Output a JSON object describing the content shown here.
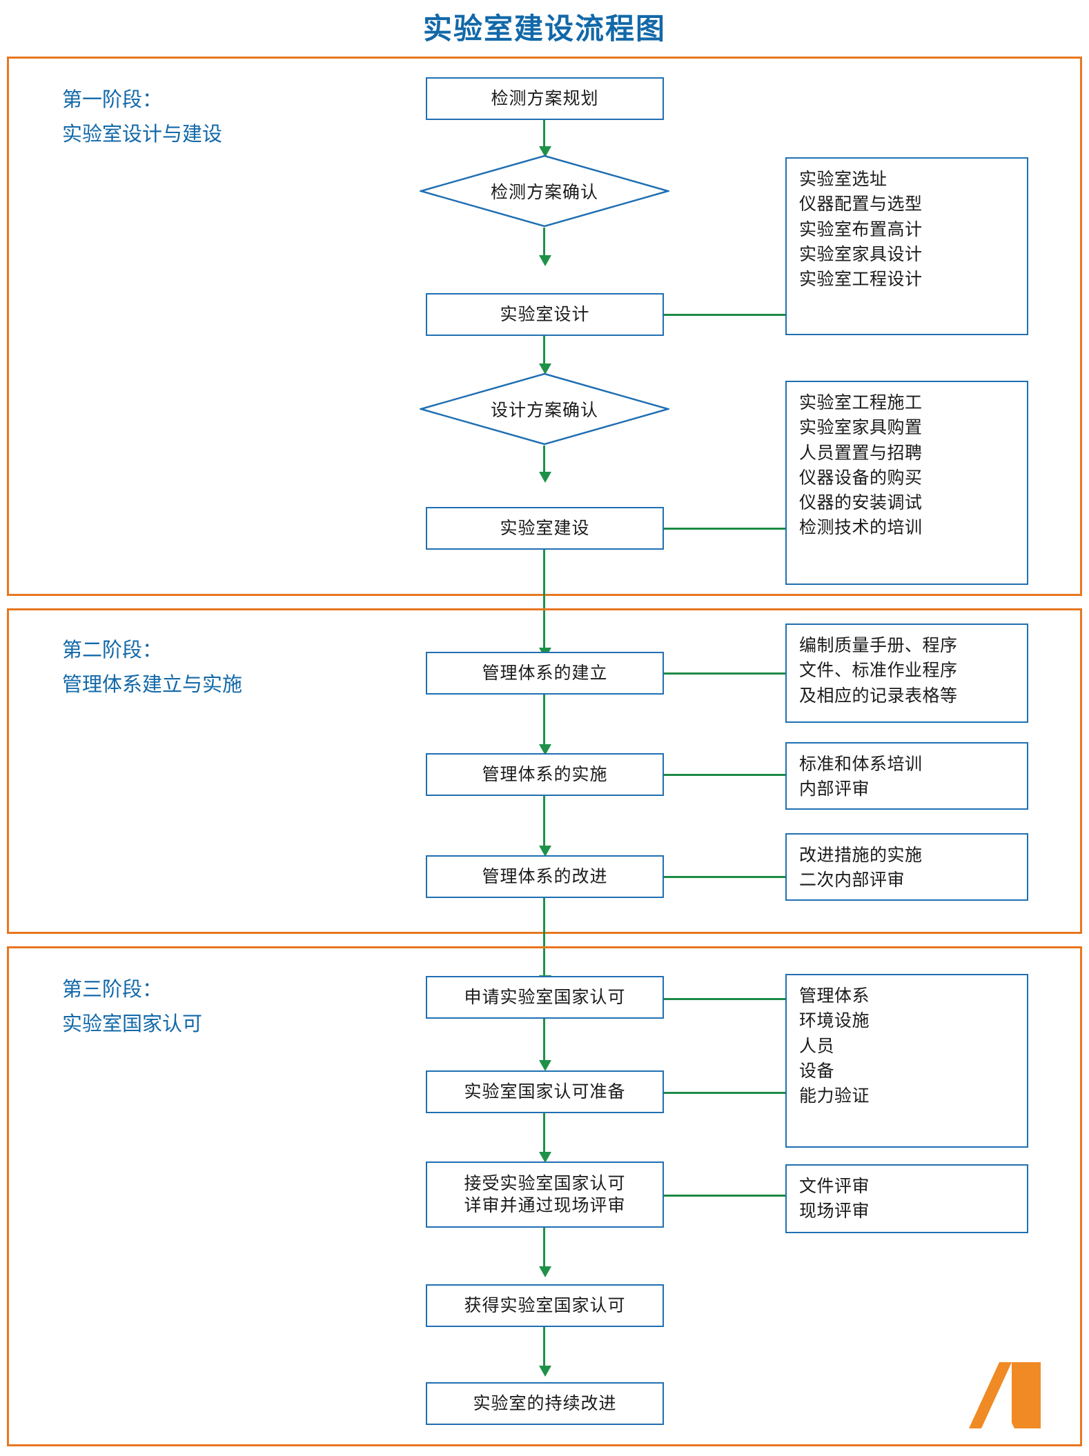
{
  "title": "实验室建设流程图",
  "colors": {
    "title_blue": "#1268a8",
    "frame_orange": "#e8761f",
    "node_border_blue": "#1f6fb2",
    "connector_green": "#1e9148",
    "logo_orange": "#f08a24"
  },
  "stages": [
    {
      "label_line1": "第一阶段：",
      "label_line2": "实验室设计与建设",
      "nodes": [
        {
          "text": "检测方案规划",
          "shape": "rect"
        },
        {
          "text": "检测方案确认",
          "shape": "diamond"
        },
        {
          "text": "实验室设计",
          "shape": "rect"
        },
        {
          "text": "设计方案确认",
          "shape": "diamond"
        },
        {
          "text": "实验室建设",
          "shape": "rect"
        }
      ],
      "side_boxes": [
        {
          "attached_to": "实验室设计",
          "items": [
            "实验室选址",
            "仪器配置与选型",
            "实验室布置高计",
            "实验室家具设计",
            "实验室工程设计"
          ]
        },
        {
          "attached_to": "实验室建设",
          "items": [
            "实验室工程施工",
            "实验室家具购置",
            "人员置置与招聘",
            "仪器设备的购买",
            "仪器的安装调试",
            "检测技术的培训"
          ]
        }
      ]
    },
    {
      "label_line1": "第二阶段：",
      "label_line2": "管理体系建立与实施",
      "nodes": [
        {
          "text": "管理体系的建立",
          "shape": "rect"
        },
        {
          "text": "管理体系的实施",
          "shape": "rect"
        },
        {
          "text": "管理体系的改进",
          "shape": "rect"
        }
      ],
      "side_boxes": [
        {
          "attached_to": "管理体系的建立",
          "items": [
            "编制质量手册、程序",
            "文件、标准作业程序",
            "及相应的记录表格等"
          ]
        },
        {
          "attached_to": "管理体系的实施",
          "items": [
            "标准和体系培训",
            "内部评审"
          ]
        },
        {
          "attached_to": "管理体系的改进",
          "items": [
            "改进措施的实施",
            "二次内部评审"
          ]
        }
      ]
    },
    {
      "label_line1": "第三阶段：",
      "label_line2": "实验室国家认可",
      "nodes": [
        {
          "text": "申请实验室国家认可",
          "shape": "rect"
        },
        {
          "text": "实验室国家认可准备",
          "shape": "rect"
        },
        {
          "text": "接受实验室国家认可\n详审并通过现场评审",
          "shape": "rect",
          "line1": "接受实验室国家认可",
          "line2": "详审并通过现场评审"
        },
        {
          "text": "获得实验室国家认可",
          "shape": "rect"
        },
        {
          "text": "实验室的持续改进",
          "shape": "rect"
        }
      ],
      "side_boxes": [
        {
          "attached_to": "申请实验室国家认可",
          "items": [
            "管理体系",
            "环境设施",
            "人员",
            "设备",
            "能力验证"
          ]
        },
        {
          "attached_to": "接受实验室国家认可详审并通过现场评审",
          "items": [
            "文件评审",
            "现场评审"
          ]
        }
      ]
    }
  ],
  "logo": {
    "name": "company-logo-mark"
  }
}
